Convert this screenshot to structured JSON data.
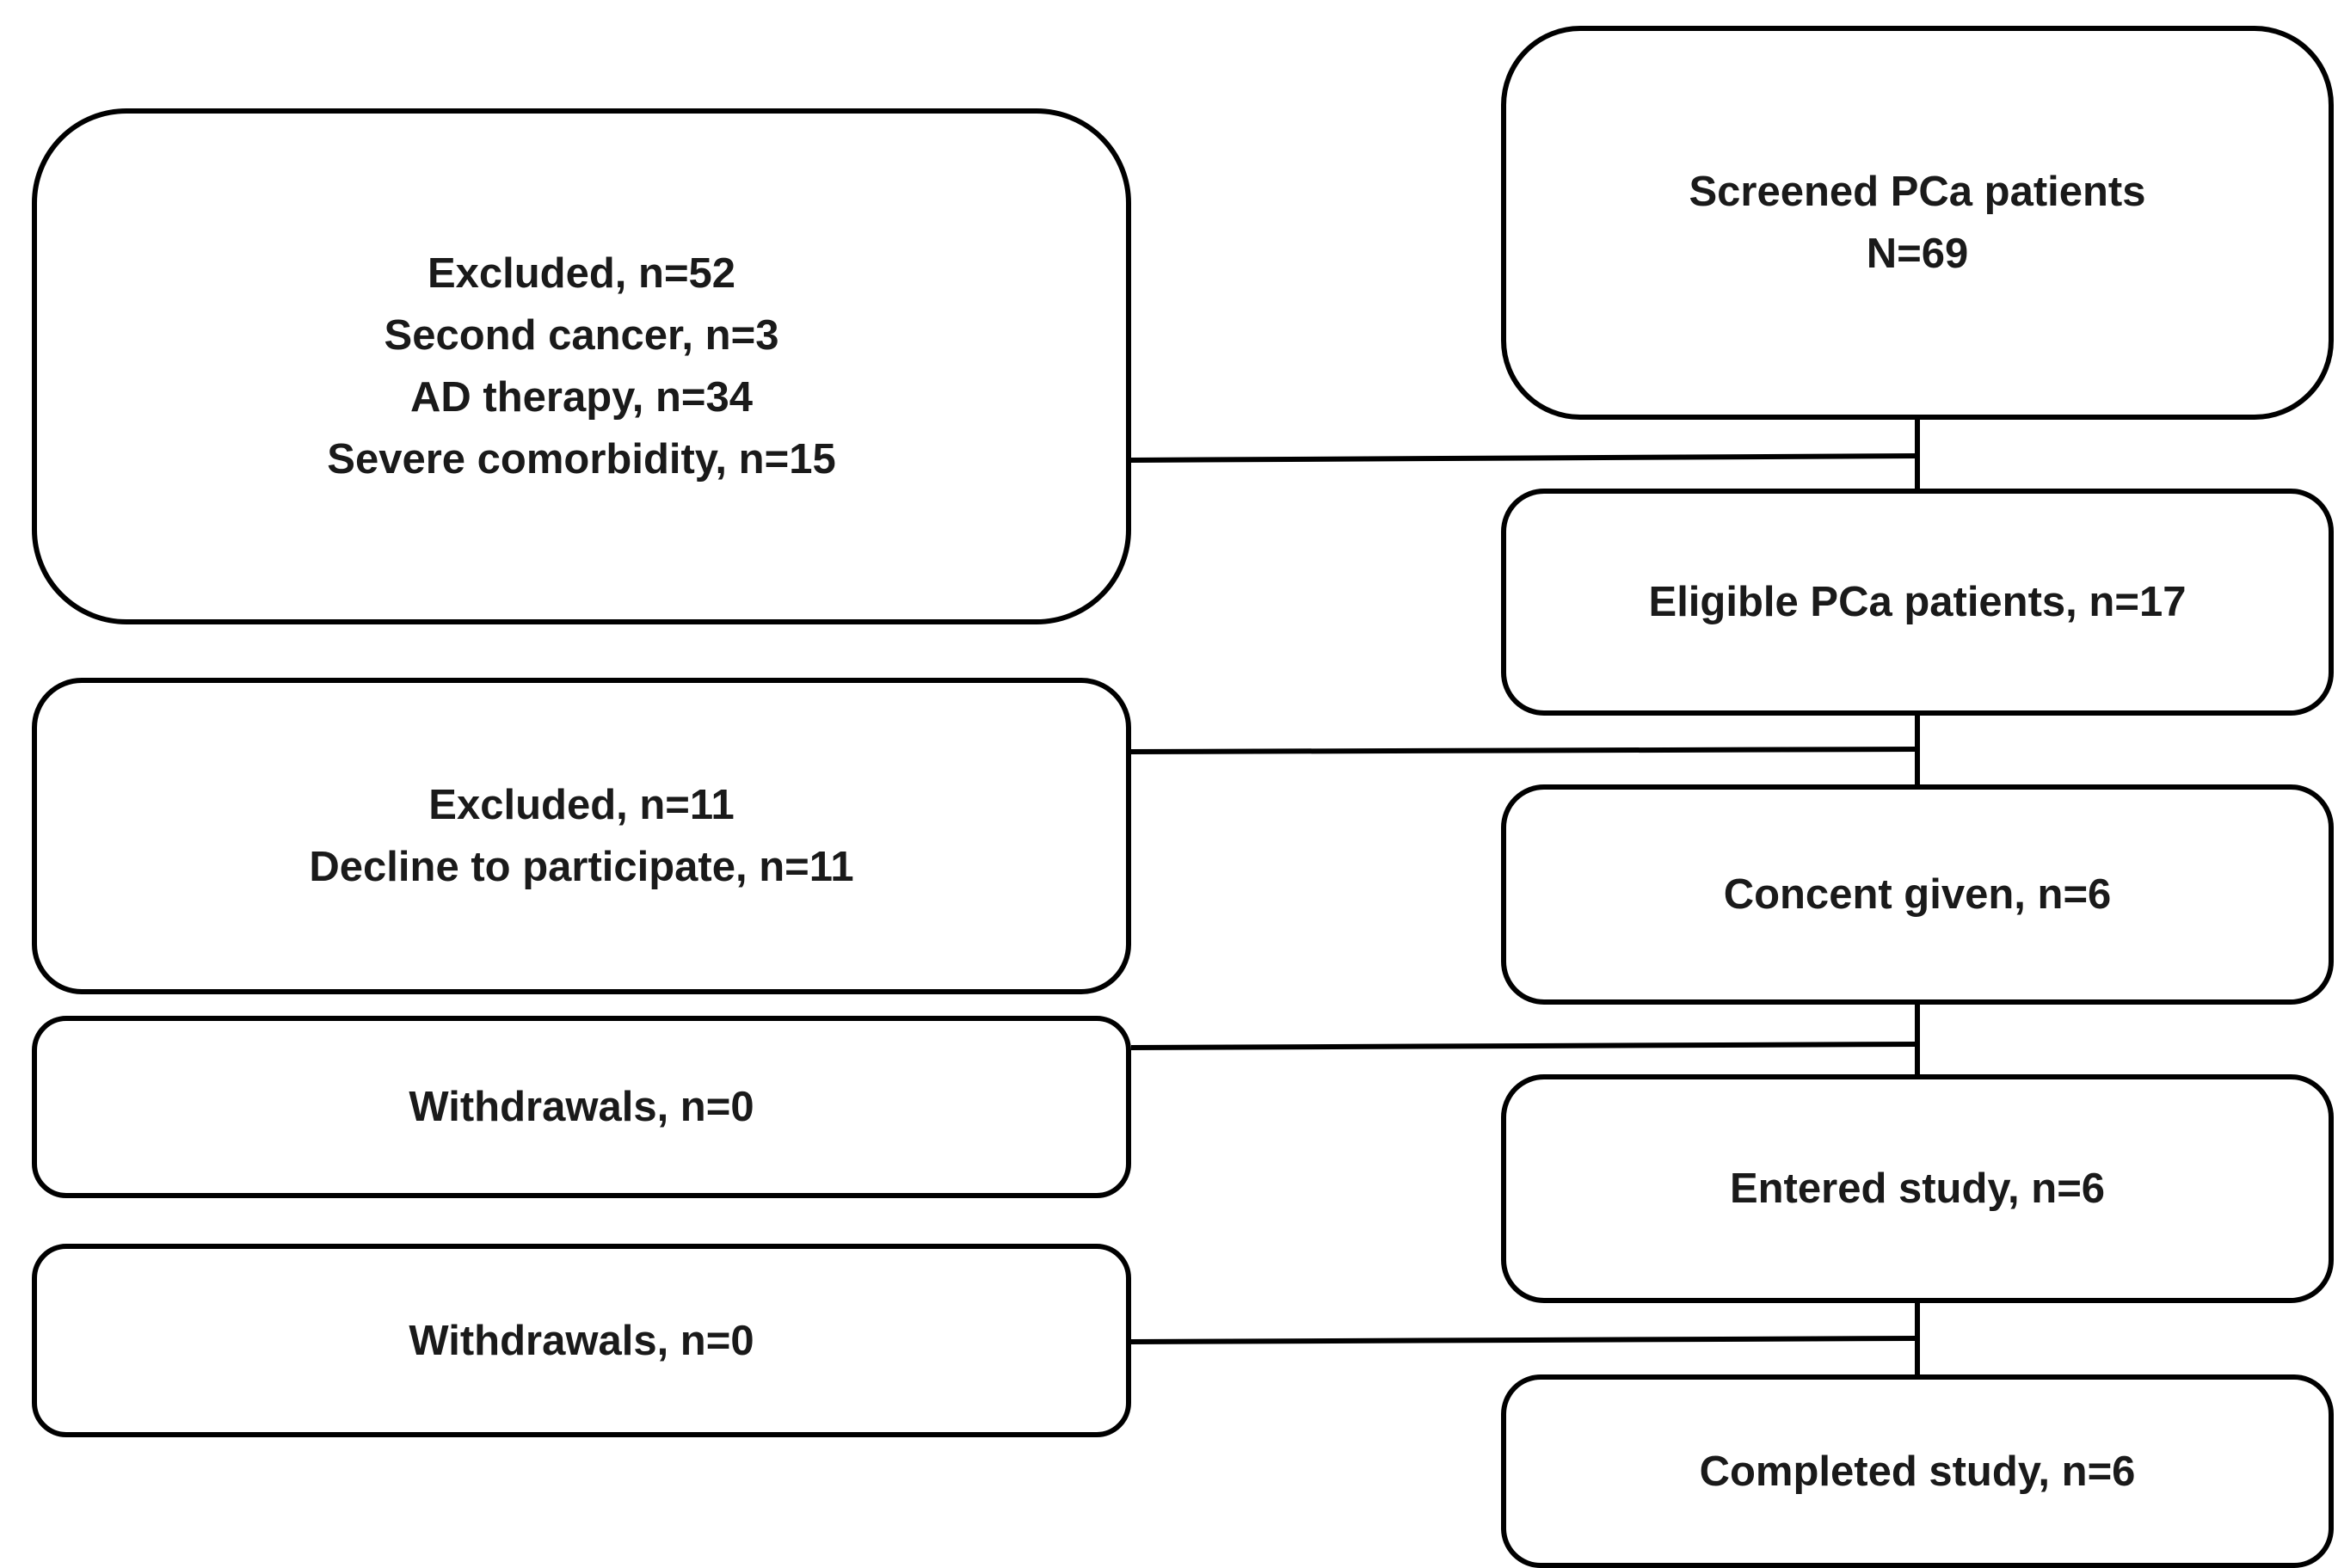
{
  "left_boxes": {
    "excluded_initial": {
      "lines": [
        "Excluded, n=52",
        "Second cancer, n=3",
        "AD therapy, n=34",
        "Severe comorbidity, n=15"
      ]
    },
    "excluded_consent": {
      "lines": [
        "Excluded, n=11",
        "Decline to participate, n=11"
      ]
    },
    "withdrawals_entry": {
      "lines": [
        "Withdrawals, n=0"
      ]
    },
    "withdrawals_completion": {
      "lines": [
        "Withdrawals, n=0"
      ]
    }
  },
  "right_boxes": {
    "screened": {
      "lines": [
        "Screened PCa patients",
        "N=69"
      ]
    },
    "eligible": {
      "lines": [
        "Eligible PCa patients, n=17"
      ]
    },
    "consent": {
      "lines": [
        "Concent given, n=6"
      ]
    },
    "entered": {
      "lines": [
        "Entered study, n=6"
      ]
    },
    "completed": {
      "lines": [
        "Completed study, n=6"
      ]
    }
  },
  "colors": {
    "stroke": "#000000",
    "text": "#1a1a1a",
    "background": "#ffffff"
  }
}
